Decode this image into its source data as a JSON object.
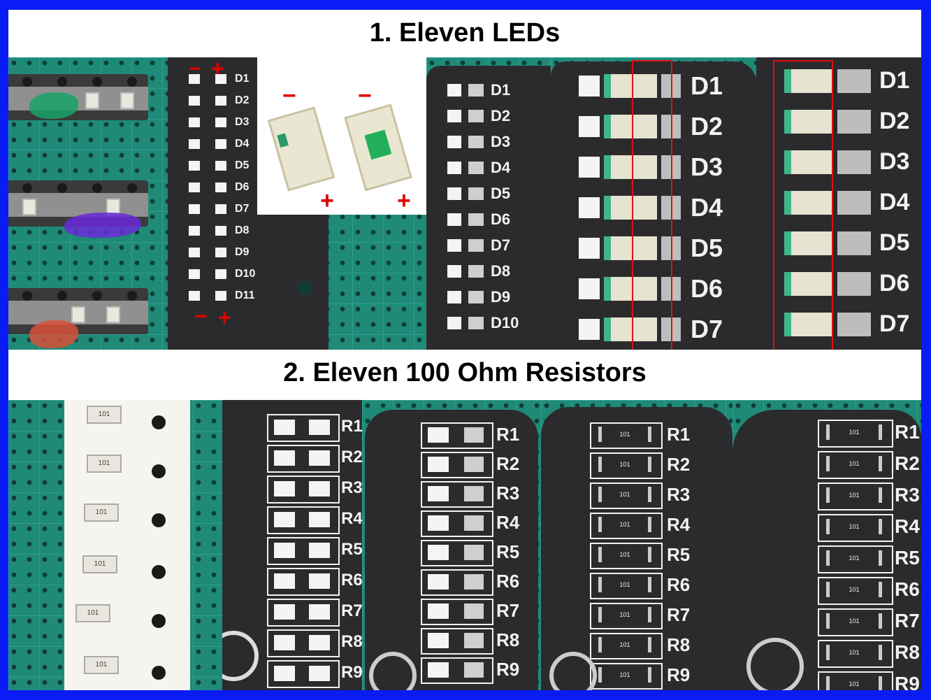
{
  "titles": {
    "leds": "1. Eleven LEDs",
    "resistors": "2. Eleven 100 Ohm Resistors"
  },
  "led_labels": [
    "D1",
    "D2",
    "D3",
    "D4",
    "D5",
    "D6",
    "D7",
    "D8",
    "D9",
    "D10",
    "D11"
  ],
  "led_labels_big": [
    "D1",
    "D2",
    "D3",
    "D4",
    "D5",
    "D6",
    "D7"
  ],
  "resistor_labels": [
    "R1",
    "R2",
    "R3",
    "R4",
    "R5",
    "R6",
    "R7",
    "R8",
    "R9"
  ],
  "polarity": {
    "minus": "−",
    "plus": "+"
  },
  "resistor_code": "101",
  "colors": {
    "frame": "#0a1cf5",
    "pcb": "#2b2b2d",
    "mat": "#1f8a78",
    "polarity": "#e00000"
  }
}
